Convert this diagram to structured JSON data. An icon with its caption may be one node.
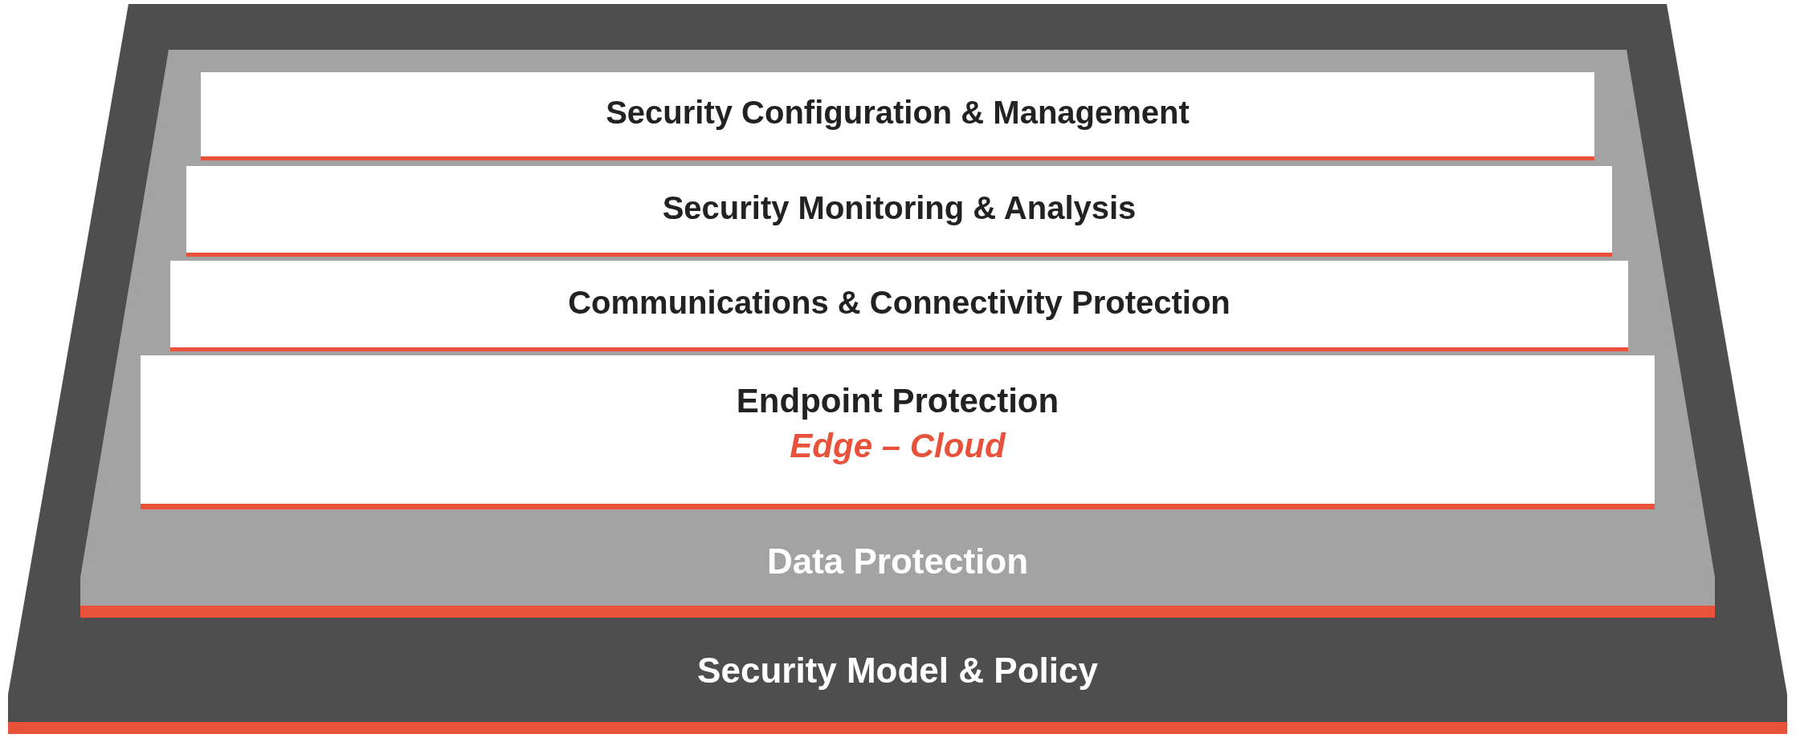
{
  "diagram": {
    "nodes": [
      {
        "text": [
          "Security Model & Policy"
        ]
      },
      {
        "text": [
          "Data Protection"
        ],
        "in": 0
      },
      {
        "text": [
          "Security Configuration & Management"
        ],
        "in": 1
      },
      {
        "text": [
          "Security Monitoring & Analysis"
        ],
        "in": 1
      },
      {
        "text": [
          "Communications & Connectivity Protection"
        ],
        "in": 1
      },
      {
        "text": [
          "Endpoint Protection",
          "Edge – Cloud"
        ],
        "in": 1
      }
    ]
  }
}
